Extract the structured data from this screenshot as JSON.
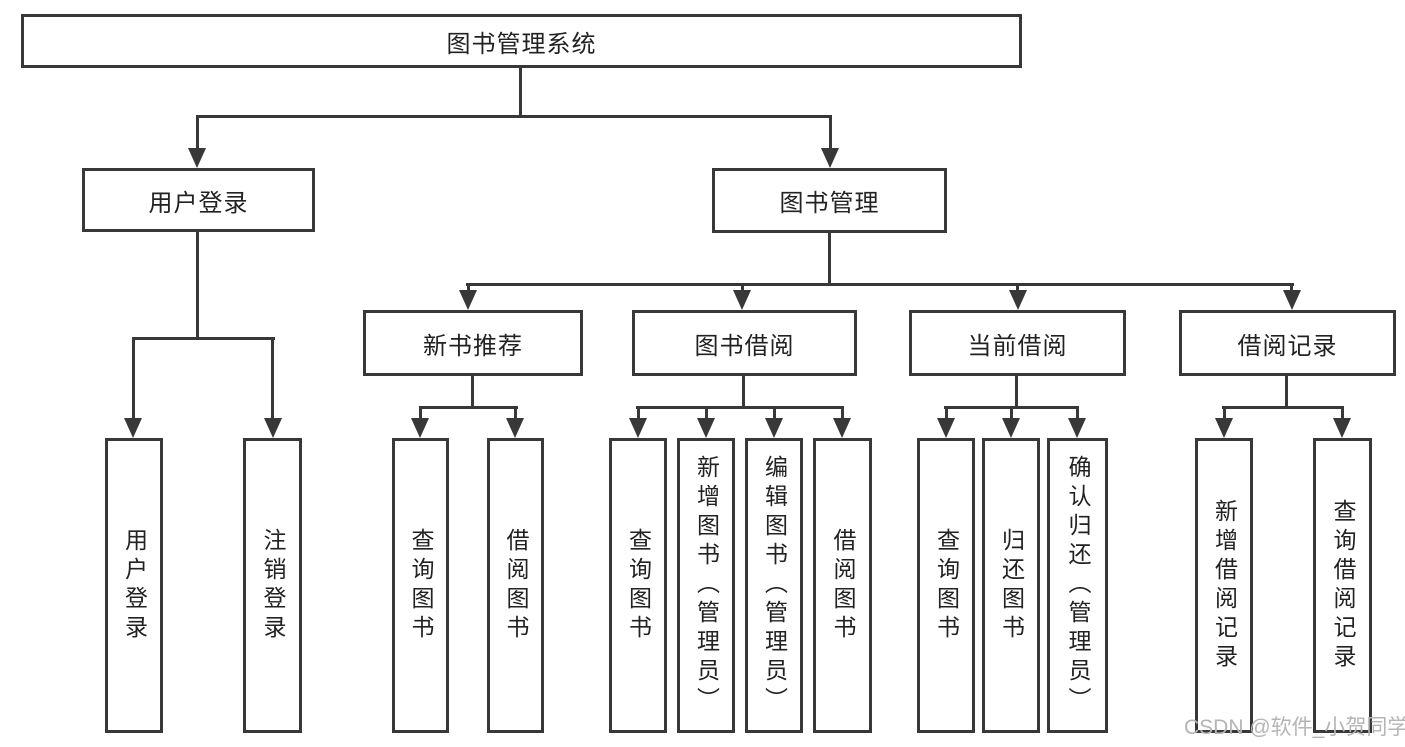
{
  "diagram_type": "hierarchy-tree",
  "colors": {
    "background": "#ffffff",
    "line": "#383838",
    "box_border": "#383838",
    "text": "#222222",
    "watermark_text": "#b5b5b5"
  },
  "tree": {
    "label": "图书管理系统",
    "children": [
      {
        "label": "用户登录",
        "children": [
          {
            "label": "用户登录"
          },
          {
            "label": "注销登录"
          }
        ]
      },
      {
        "label": "图书管理",
        "children": [
          {
            "label": "新书推荐",
            "children": [
              {
                "label": "查询图书"
              },
              {
                "label": "借阅图书"
              }
            ]
          },
          {
            "label": "图书借阅",
            "children": [
              {
                "label": "查询图书"
              },
              {
                "label": "新增图书（管理员）"
              },
              {
                "label": "编辑图书（管理员）"
              },
              {
                "label": "借阅图书"
              }
            ]
          },
          {
            "label": "当前借阅",
            "children": [
              {
                "label": "查询图书"
              },
              {
                "label": "归还图书"
              },
              {
                "label": "确认归还（管理员）"
              }
            ]
          },
          {
            "label": "借阅记录",
            "children": [
              {
                "label": "新增借阅记录"
              },
              {
                "label": "查询借阅记录"
              }
            ]
          }
        ]
      }
    ]
  },
  "watermark": "CSDN @软件_小贺同学"
}
